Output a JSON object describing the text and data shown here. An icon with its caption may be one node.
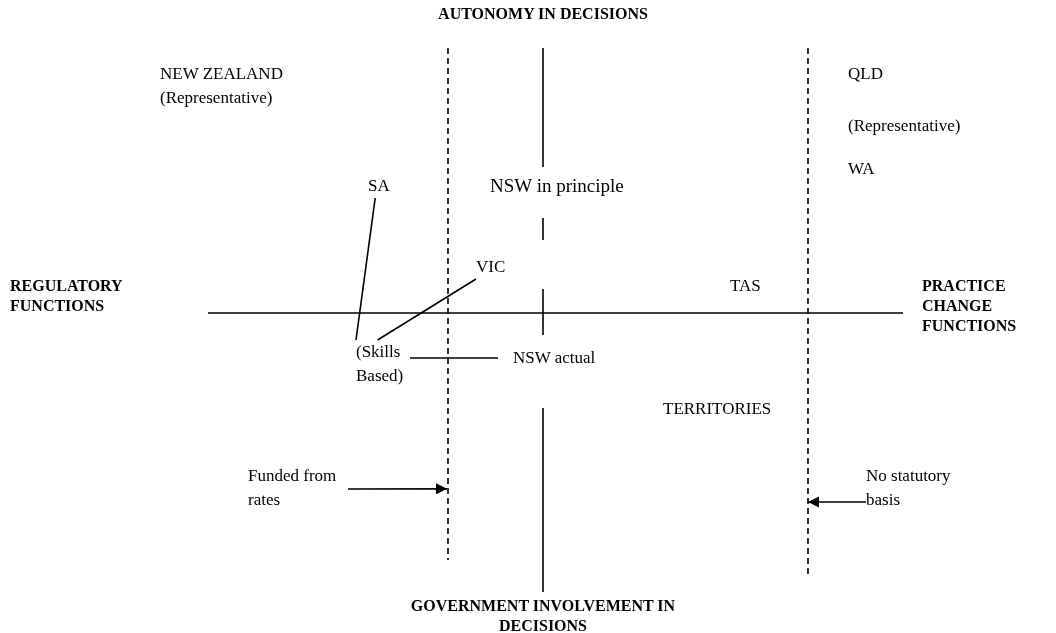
{
  "diagram": {
    "title": "AUTONOMY IN DECISIONS",
    "nodes": [
      {
        "text": [
          "SA"
        ]
      },
      {
        "text": [
          "VIC"
        ]
      },
      {
        "text": [
          "(Skills Based)"
        ]
      },
      {
        "text": [
          "NSW actual"
        ]
      },
      {
        "text": [
          "Funded from rates"
        ]
      },
      {
        "text": [
          "No statutory basis"
        ]
      },
      {
        "text": [],
        "shape": "line"
      },
      {
        "text": [],
        "shape": "line"
      }
    ],
    "edges": [
      {
        "from": 2,
        "to": 0,
        "arrow": "none"
      },
      {
        "from": 2,
        "to": 1,
        "arrow": "none"
      },
      {
        "from": 3,
        "to": 2,
        "arrow": "none"
      },
      {
        "from": 4,
        "to": 6,
        "arrow": "to"
      },
      {
        "from": 5,
        "to": 7,
        "arrow": "to"
      }
    ],
    "labels": [
      "NEW ZEALAND (Representative)",
      "QLD",
      "(Representative)",
      "WA",
      "NSW in principle",
      "REGULATORY FUNCTIONS",
      "TAS",
      "PRACTICE CHANGE FUNCTIONS",
      "TERRITORIES",
      "GOVERNMENT INVOLVEMENT IN DECISIONS"
    ]
  }
}
